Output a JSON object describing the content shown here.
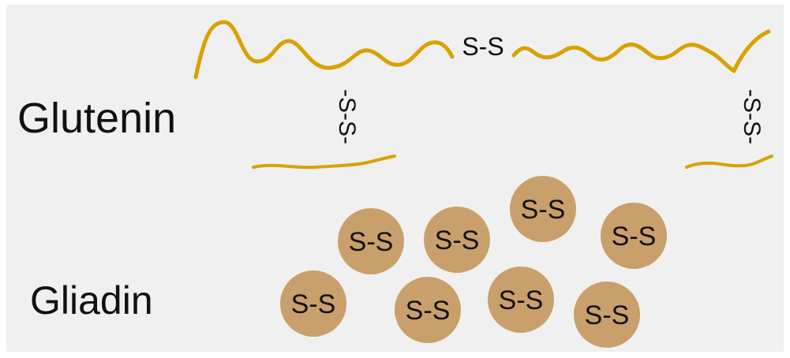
{
  "labels": {
    "glutenin": "Glutenin",
    "gliadin": "Gliadin"
  },
  "bond_text": {
    "horizontal": "S-S",
    "vertical": "-S-S-",
    "globule": "S-S"
  },
  "colors": {
    "background": "#f0f0f0",
    "chain": "#d9a200",
    "globule": "#c9a06b",
    "text": "#111111"
  }
}
